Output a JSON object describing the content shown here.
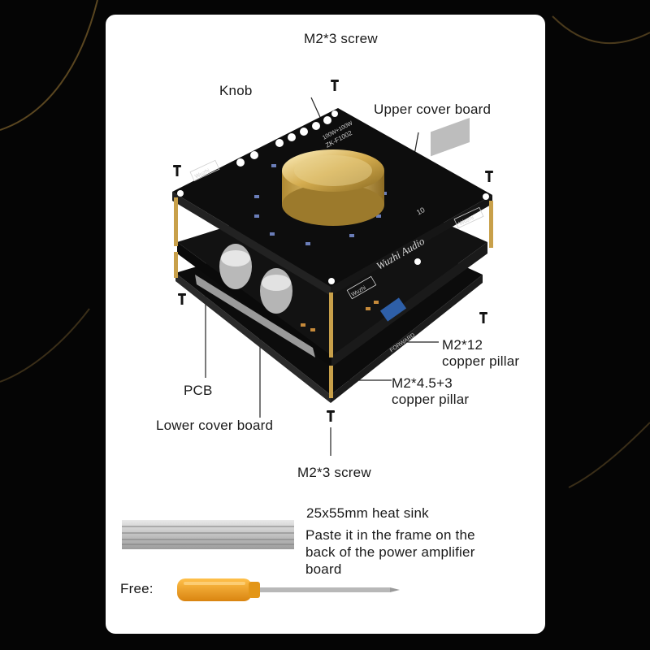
{
  "labels": {
    "top_screw": "M2*3 screw",
    "knob": "Knob",
    "upper_cover": "Upper cover board",
    "pillar_12": [
      "M2*12",
      "copper pillar"
    ],
    "pillar_45": [
      "M2*4.5+3",
      "copper pillar"
    ],
    "pcb": "PCB",
    "lower_cover": "Lower cover board",
    "bottom_screw": "M2*3 screw"
  },
  "heatsink": {
    "title": "25x55mm heat sink",
    "note_lines": [
      "Paste it in the frame on the",
      "back of the power amplifier",
      "board"
    ]
  },
  "free": {
    "label": "Free:"
  },
  "board_print": {
    "brand": "Wuzhi Audio",
    "model": "ZK-F1002",
    "spec": "100W+100W",
    "tag_left": "Wuzhi",
    "tag_right": "Wuzhi",
    "tag_mid": "Wuzhi",
    "forward": "FORWARD",
    "ten": "10"
  },
  "colors": {
    "card": "#ffffff",
    "board": "#0f0f0f",
    "gold": "#c9a64a",
    "screwdriver_handle": "#f0a020",
    "text": "#1a1a1a"
  }
}
